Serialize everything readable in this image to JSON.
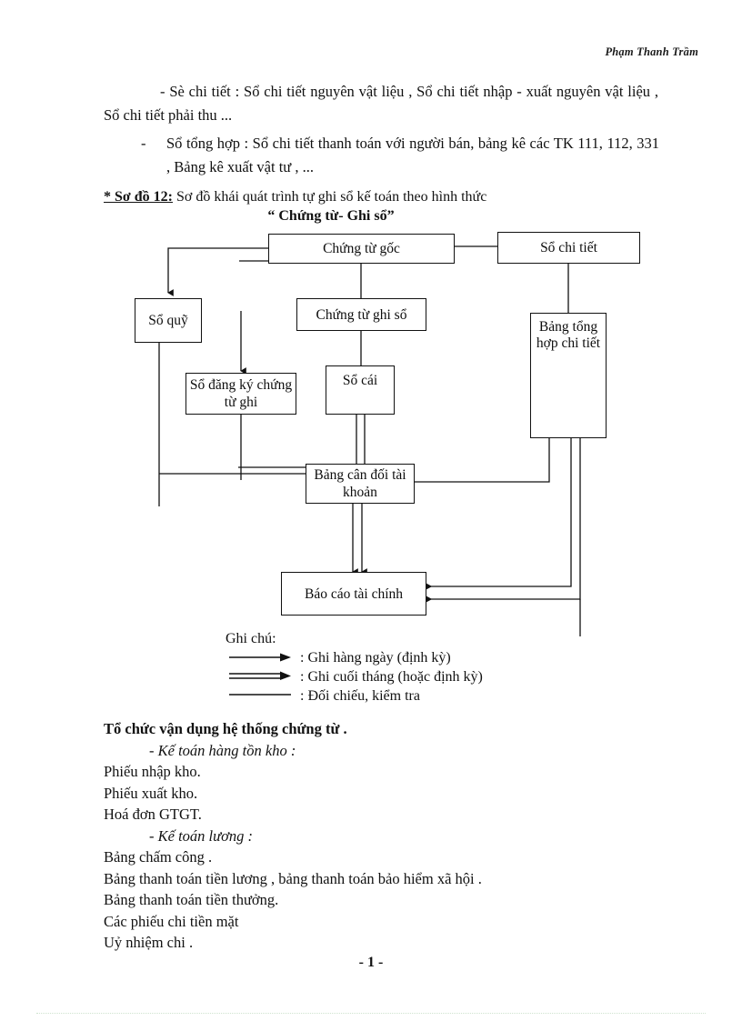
{
  "header": {
    "running_head": "Phạm Thanh Trầm"
  },
  "body": {
    "detail_paragraph": "- Sè chi tiết : Sổ chi tiết nguyên vật liệu , Sổ chi tiết nhập - xuất nguyên vật liệu , Sổ chi tiết phải thu ...",
    "summary_dash": "-",
    "summary_paragraph": "Sổ tổng hợp : Sổ chi tiết thanh toán với người bán, bảng kê các TK 111, 112, 331 , Bảng kê xuất vật tư , ..."
  },
  "figure": {
    "label": "* Sơ đồ 12:",
    "caption": "Sơ đồ khái quát trình tự ghi sổ kế toán theo hình thức",
    "title": "“ Chứng từ- Ghi sổ”",
    "nodes": [
      {
        "id": "chung-tu-goc",
        "label": "Chứng từ gốc"
      },
      {
        "id": "so-chi-tiet",
        "label": "Sổ chi tiết"
      },
      {
        "id": "so-quy",
        "label": "Sổ quỹ"
      },
      {
        "id": "chung-tu-ghi-so",
        "label": "Chứng từ ghi sổ"
      },
      {
        "id": "bang-tong-hop",
        "label": "Bảng tổng hợp chi tiết"
      },
      {
        "id": "so-dang-ky",
        "label": "Sổ đăng ký chứng từ ghi"
      },
      {
        "id": "so-cai",
        "label": "Sổ cái"
      },
      {
        "id": "bang-can-doi",
        "label": "Bảng cân đối tài khoản"
      },
      {
        "id": "bao-cao-tai-chinh",
        "label": "Báo cáo tài chính"
      }
    ]
  },
  "legend": {
    "title": "Ghi chú:",
    "items": [
      {
        "glyph": "single-arrow-icon",
        "text": ": Ghi hàng ngày (định kỳ)"
      },
      {
        "glyph": "double-arrow-icon",
        "text": ": Ghi cuối tháng (hoặc định kỳ)"
      },
      {
        "glyph": "plain-line-icon",
        "text": ": Đối chiếu, kiểm tra"
      }
    ]
  },
  "lower": {
    "heading": "Tổ chức vận dụng hệ thống chứng từ .",
    "sub1": "-    Kế toán hàng tồn kho :",
    "items1": [
      "Phiếu nhập kho.",
      "Phiếu xuất kho.",
      "Hoá đơn GTGT."
    ],
    "sub2": "- Kế toán lương :",
    "items2": [
      "Bảng chấm công .",
      "Bảng thanh toán tiền lương , bảng thanh toán bảo hiểm xã hội .",
      "Bảng thanh toán tiền thưởng.",
      "Các phiếu chi tiền mặt",
      "Uỷ nhiệm chi ."
    ]
  },
  "footer": {
    "page_number": "- 1 -"
  },
  "colors": {
    "ink": "#111111",
    "paper": "#ffffff"
  }
}
